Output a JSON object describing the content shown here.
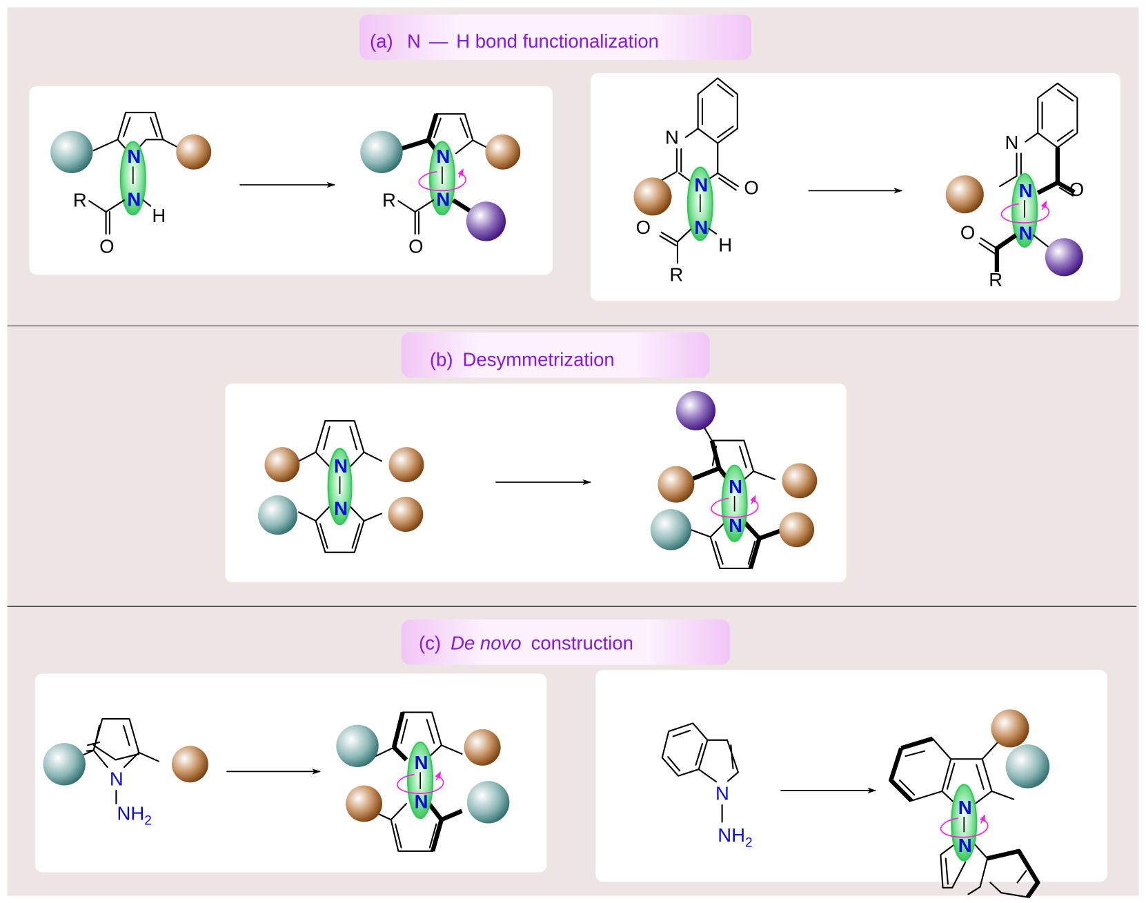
{
  "figure": {
    "background_color": "#ede5e3",
    "label_color": "#8a16e6",
    "highlight_color": "#2ecc55",
    "rotation_arrow_color": "#ff22dd",
    "nitrogen_color": "#0a0ae6",
    "sphere_colors": {
      "teal": "#3d7d7d",
      "brown": "#8b4a10",
      "purple": "#4b1a8a"
    }
  },
  "sections": [
    {
      "id": "a",
      "label_prefix": "(a)",
      "label_main": "N",
      "label_dash": "—",
      "label_rest": "H bond functionalization",
      "reactions": [
        {
          "name": "pyrrole N-H functionalization",
          "reactant_atoms": {
            "n1": "N",
            "n2": "N",
            "h": "H",
            "r": "R",
            "o": "O"
          },
          "product_atoms": {
            "n1": "N",
            "n2": "N",
            "r": "R",
            "o": "O"
          }
        },
        {
          "name": "quinazolinone N-H functionalization",
          "reactant_atoms": {
            "n_ring": "N",
            "n1": "N",
            "n2": "N",
            "h": "H",
            "o_ketone": "O",
            "o_amide": "O",
            "r": "R"
          },
          "product_atoms": {
            "n_ring": "N",
            "n1": "N",
            "n2": "N",
            "o_ketone": "O",
            "o_amide": "O",
            "r": "R"
          }
        }
      ]
    },
    {
      "id": "b",
      "label_prefix": "(b)",
      "label_rest": "Desymmetrization",
      "reactions": [
        {
          "name": "bipyrrole desymmetrization",
          "reactant_atoms": {
            "n1": "N",
            "n2": "N"
          },
          "product_atoms": {
            "n1": "N",
            "n2": "N"
          }
        }
      ]
    },
    {
      "id": "c",
      "label_prefix": "(c)",
      "label_italic": "De novo",
      "label_rest": "construction",
      "reactions": [
        {
          "name": "N-aminopyrrole to bipyrrole",
          "reactant_atoms": {
            "n": "N",
            "nh2_main": "NH",
            "nh2_sub": "2"
          },
          "product_atoms": {
            "n1": "N",
            "n2": "N"
          }
        },
        {
          "name": "N-aminoindole to biindole",
          "reactant_atoms": {
            "n": "N",
            "nh2_main": "NH",
            "nh2_sub": "2"
          },
          "product_atoms": {
            "n1": "N",
            "n2": "N"
          }
        }
      ]
    }
  ]
}
